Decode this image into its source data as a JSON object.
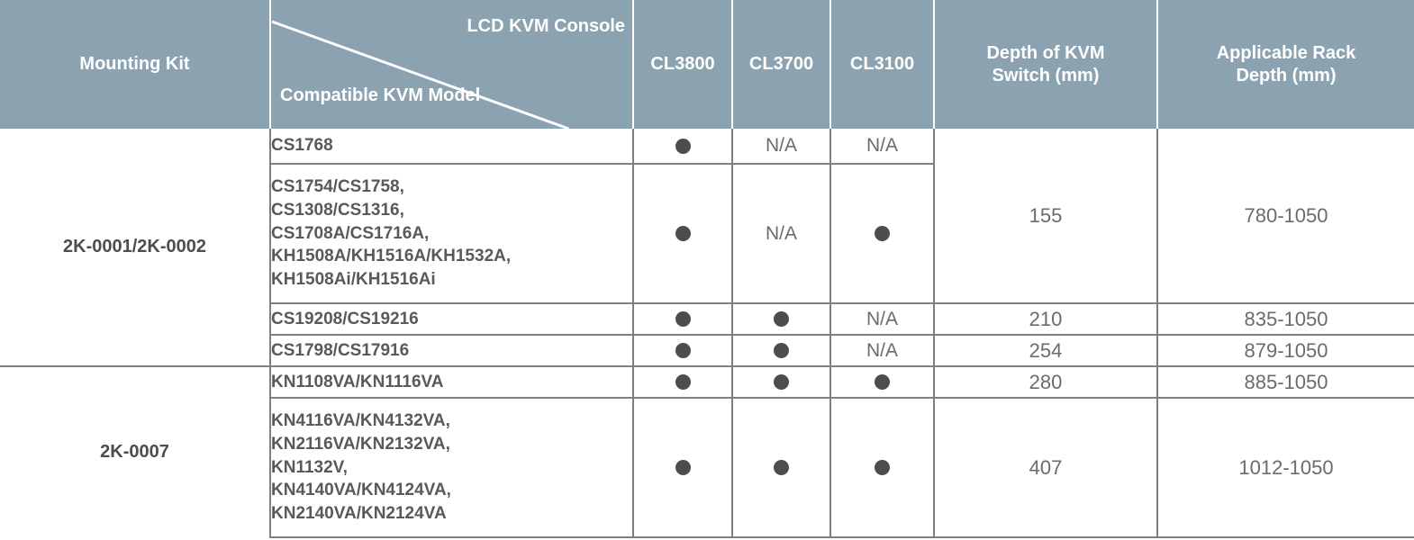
{
  "table": {
    "header": {
      "mounting_kit": "Mounting Kit",
      "split_top": "LCD KVM Console",
      "split_bottom": "Compatible KVM Model",
      "col_cl3800": "CL3800",
      "col_cl3700": "CL3700",
      "col_cl3100": "CL3100",
      "col_depth": "Depth of KVM\nSwitch (mm)",
      "col_depth_line1": "Depth of KVM",
      "col_depth_line2": "Switch (mm)",
      "col_rack": "Applicable Rack\nDepth (mm)",
      "col_rack_line1": "Applicable Rack",
      "col_rack_line2": "Depth (mm)"
    },
    "header_bg_color": "#8ba2b0",
    "header_text_color": "#ffffff",
    "border_color": "#808080",
    "dot_color": "#4d4d4d",
    "kits": [
      {
        "name": "2K-0001/2K-0002"
      },
      {
        "name": "2K-0007"
      }
    ],
    "rows": [
      {
        "kit": "2K-0001/2K-0002",
        "model": "CS1768",
        "cl3800": "dot",
        "cl3700": "N/A",
        "cl3100": "N/A",
        "depth": "155",
        "rack": "780-1050"
      },
      {
        "kit": "2K-0001/2K-0002",
        "model": "CS1754/CS1758,\nCS1308/CS1316,\nCS1708A/CS1716A,\nKH1508A/KH1516A/KH1532A,\nKH1508Ai/KH1516Ai",
        "cl3800": "dot",
        "cl3700": "N/A",
        "cl3100": "dot",
        "depth": "155",
        "rack": "780-1050"
      },
      {
        "kit": "2K-0001/2K-0002",
        "model": "CS19208/CS19216",
        "cl3800": "dot",
        "cl3700": "dot",
        "cl3100": "N/A",
        "depth": "210",
        "rack": "835-1050"
      },
      {
        "kit": "2K-0001/2K-0002",
        "model": "CS1798/CS17916",
        "cl3800": "dot",
        "cl3700": "dot",
        "cl3100": "N/A",
        "depth": "254",
        "rack": "879-1050"
      },
      {
        "kit": "2K-0007",
        "model": "KN1108VA/KN1116VA",
        "cl3800": "dot",
        "cl3700": "dot",
        "cl3100": "dot",
        "depth": "280",
        "rack": "885-1050"
      },
      {
        "kit": "2K-0007",
        "model": "KN4116VA/KN4132VA,\nKN2116VA/KN2132VA,\nKN1132V,\nKN4140VA/KN4124VA,\nKN2140VA/KN2124VA",
        "cl3800": "dot",
        "cl3700": "dot",
        "cl3100": "dot",
        "depth": "407",
        "rack": "1012-1050"
      }
    ]
  }
}
